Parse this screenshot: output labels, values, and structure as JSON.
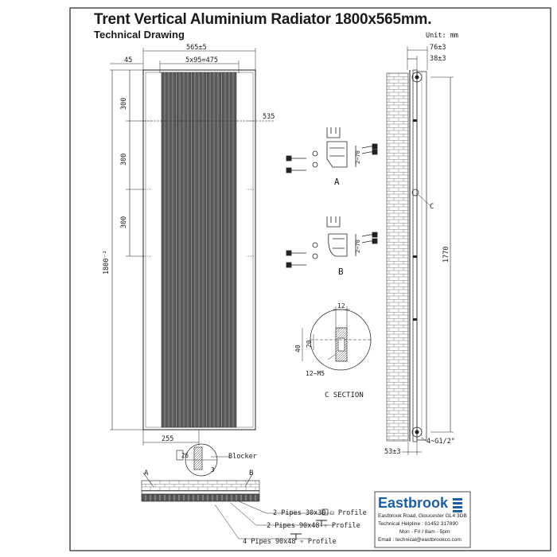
{
  "header": {
    "title": "Trent Vertical Aluminium Radiator 1800x565mm.",
    "subtitle": "Technical Drawing",
    "unit": "Unit: mm"
  },
  "front_view": {
    "width_label": "565±5",
    "spacing_label": "5x95=475",
    "left_offset_label": "45",
    "bracket_spacing_1": "300",
    "bracket_spacing_2": "300",
    "bracket_spacing_3": "300",
    "height_label": "1800⁻²",
    "centres_label": "535",
    "bottom_offset_label": "255"
  },
  "blocker_detail": {
    "dim_26": "26",
    "dim_3": "3",
    "label": "Blocker"
  },
  "brackets": {
    "bracket_a_label": "A",
    "bracket_a_dim": "2~70",
    "bracket_b_label": "B",
    "bracket_b_dim": "2~70"
  },
  "c_section": {
    "dim_12": "12",
    "dim_40": "40",
    "dim_20": "20",
    "thread_label": "12~M5",
    "caption": "C SECTION"
  },
  "side_view": {
    "depth_outer": "76±3",
    "depth_inner": "38±3",
    "detail_label": "C",
    "height_label": "1770",
    "pipe_label": "4~G1/2\"",
    "bottom_depth": "53±3"
  },
  "plan_view": {
    "label_a": "A",
    "label_b": "B"
  },
  "profiles": {
    "line1": "2 Pipes 30x30 ☐ Profile",
    "line2": "2 Pipes 90x48 ⫟ Profile",
    "line3": "4 Pipes 90x48 ⫟ Profile"
  },
  "brand": {
    "name": "Eastbrook",
    "address": "Eastbrook Road, Gloucester GL4 3DB",
    "helpline": "Technical Helpline : 01452 317890",
    "hours": "Mon - Fri / 8am - 5pm",
    "email": "Email : technical@eastbrookco.com",
    "color": "#1f5f9e"
  }
}
